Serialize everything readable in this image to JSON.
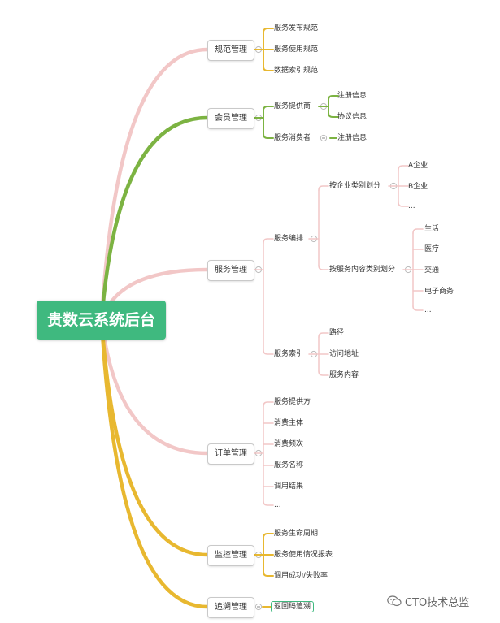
{
  "root": {
    "label": "贵数云系统后台",
    "color": "#3fb97f"
  },
  "branches": [
    {
      "label": "规范管理",
      "color": "#f2c7c7",
      "children": [
        {
          "label": "服务发布规范"
        },
        {
          "label": "服务使用规范"
        },
        {
          "label": "数据索引规范"
        }
      ]
    },
    {
      "label": "会员管理",
      "color": "#7cb342",
      "children": [
        {
          "label": "服务提供商",
          "children": [
            {
              "label": "注册信息"
            },
            {
              "label": "协议信息"
            }
          ]
        },
        {
          "label": "服务消费者",
          "children": [
            {
              "label": "注册信息"
            }
          ]
        }
      ]
    },
    {
      "label": "服务管理",
      "color": "#f2c7c7",
      "children": [
        {
          "label": "服务编排",
          "children": [
            {
              "label": "按企业类别划分",
              "children": [
                {
                  "label": "A企业"
                },
                {
                  "label": "B企业"
                },
                {
                  "label": "..."
                }
              ]
            },
            {
              "label": "按服务内容类别划分",
              "children": [
                {
                  "label": "生活"
                },
                {
                  "label": "医疗"
                },
                {
                  "label": "交通"
                },
                {
                  "label": "电子商务"
                },
                {
                  "label": "..."
                }
              ]
            }
          ]
        },
        {
          "label": "服务索引",
          "children": [
            {
              "label": "路径"
            },
            {
              "label": "访问地址"
            },
            {
              "label": "服务内容"
            }
          ]
        }
      ]
    },
    {
      "label": "订单管理",
      "color": "#f2c7c7",
      "children": [
        {
          "label": "服务提供方"
        },
        {
          "label": "消费主体"
        },
        {
          "label": "消费频次"
        },
        {
          "label": "服务名称"
        },
        {
          "label": "调用结果"
        },
        {
          "label": "..."
        }
      ]
    },
    {
      "label": "监控管理",
      "color": "#e8b830",
      "children": [
        {
          "label": "服务生命周期"
        },
        {
          "label": "服务使用情况报表"
        },
        {
          "label": "调用成功/失败率"
        }
      ]
    },
    {
      "label": "追溯管理",
      "color": "#e8b830",
      "children": [
        {
          "label": "返回码追溯"
        }
      ]
    }
  ],
  "watermark": {
    "text": "CTO技术总监"
  },
  "icons": {
    "collapse": "collapse-icon",
    "wechat": "wechat-icon"
  }
}
